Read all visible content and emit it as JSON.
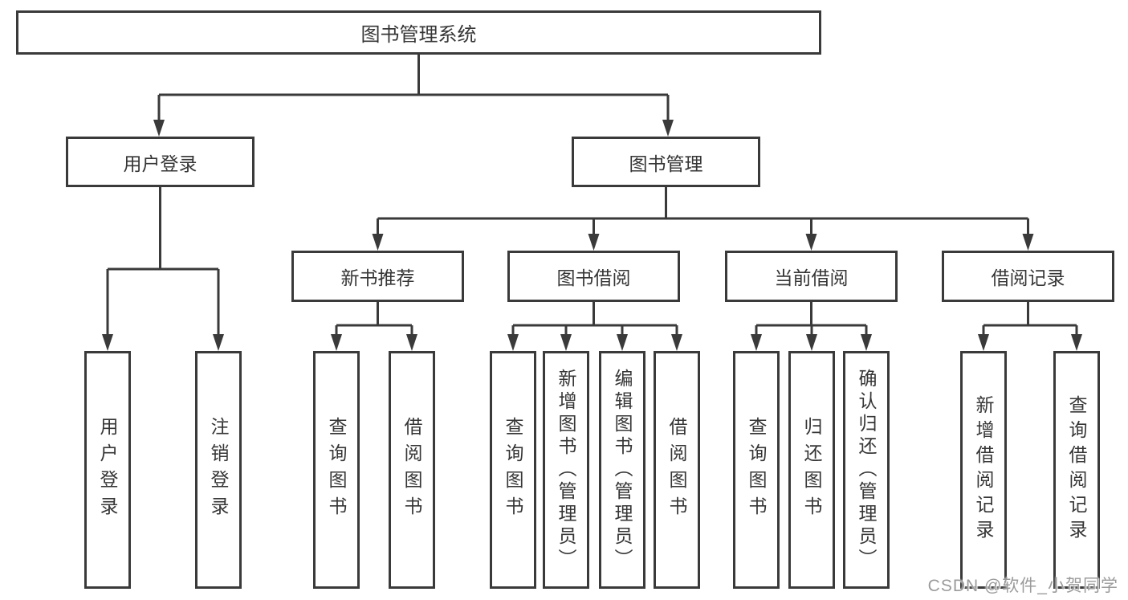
{
  "diagram": {
    "root_label": "图书管理系统",
    "user_login": {
      "label": "用户登录",
      "children": [
        "用户登录",
        "注销登录"
      ]
    },
    "book_mgmt": {
      "label": "图书管理"
    },
    "new_book_rec": {
      "label": "新书推荐",
      "children": [
        "查询图书",
        "借阅图书"
      ]
    },
    "book_borrow": {
      "label": "图书借阅",
      "children": [
        "查询图书",
        "新增图书（管理员）",
        "编辑图书（管理员）",
        "借阅图书"
      ]
    },
    "current_borrow": {
      "label": "当前借阅",
      "children": [
        "查询图书",
        "归还图书",
        "确认归还（管理员）"
      ]
    },
    "borrow_records": {
      "label": "借阅记录",
      "children": [
        "新增借阅记录",
        "查询借阅记录"
      ]
    },
    "colors": {
      "line": "#3a3a3a",
      "text": "#363636",
      "background": "#ffffff",
      "watermark": "#9b9b9b"
    }
  },
  "watermark": "CSDN @软件_小贺同学"
}
